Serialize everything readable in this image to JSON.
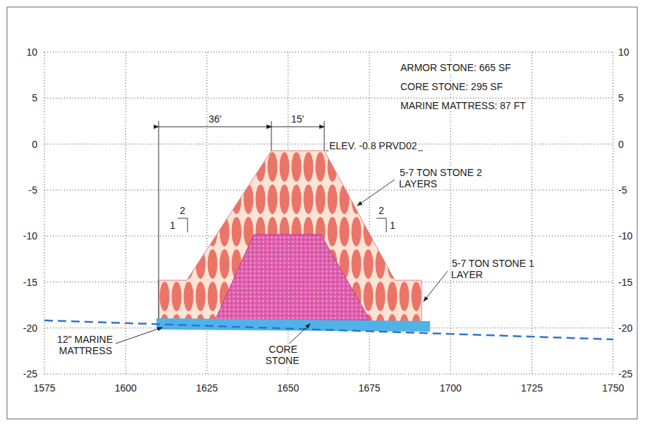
{
  "diagram": {
    "labels": [
      "ARMOR STONE: 665 SF",
      "CORE STONE: 295 SF",
      "MARINE MATTRESS: 87 FT",
      "36'",
      "15'",
      "ELEV. -0.8 PRVD02",
      "2",
      "1",
      "2",
      "1",
      "5-7 TON STONE 2 LAYERS",
      "5-7 TON STONE 1 LAYER",
      "12\" MARINE MATTRESS",
      "CORE STONE",
      "10",
      "5",
      "0",
      "-5",
      "-10",
      "-15",
      "-20",
      "-25",
      "10",
      "5",
      "0",
      "-5",
      "-10",
      "-15",
      "-20",
      "-25",
      "1575",
      "1600",
      "1625",
      "1650",
      "1675",
      "1700",
      "1725",
      "1750"
    ]
  }
}
